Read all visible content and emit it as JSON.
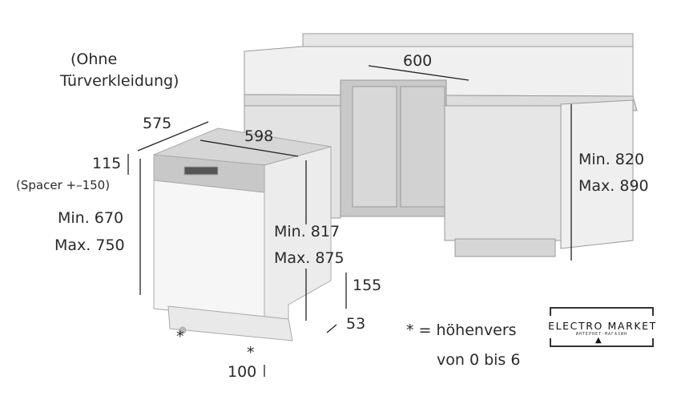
{
  "note_top": [
    "(Ohne",
    "Türverkleidung)"
  ],
  "dimensions": {
    "cabinet_width": "600",
    "depth": "575",
    "width": "598",
    "top_gap": "115",
    "spacer": "(Spacer +–150)",
    "front_height_min": "Min. 670",
    "front_height_max": "Max. 750",
    "total_height_min": "Min. 817",
    "total_height_max": "Max. 875",
    "plinth_height": "155",
    "plinth_depth": "53",
    "foot_offset": "100",
    "niche_height_min": "Min. 820",
    "niche_height_max": "Max. 890",
    "asterisk": "*"
  },
  "footnote": [
    "* = höhenvers",
    "von 0 bis 6"
  ],
  "watermark": {
    "name": "ELECTRO MARKET",
    "sub": "ИНТЕРНЕТ-МАГАЗИН"
  }
}
